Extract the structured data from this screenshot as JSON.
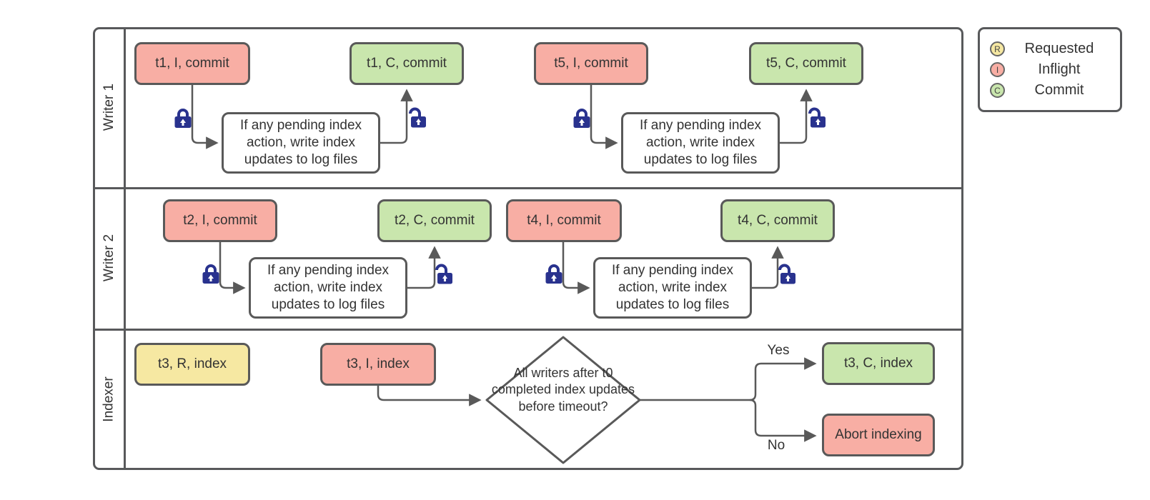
{
  "colors": {
    "requested_fill": "#f6e8a2",
    "inflight_fill": "#f8aea4",
    "commit_fill": "#c9e6ad",
    "action_fill": "#ffffff",
    "border_gray": "#595959",
    "lock_navy": "#29328e",
    "text": "#333333"
  },
  "lanes": [
    {
      "label": "Writer 1"
    },
    {
      "label": "Writer 2"
    },
    {
      "label": "Indexer"
    }
  ],
  "nodes": {
    "t1_inflight": "t1, I, commit",
    "t1_action": "If any pending index action, write index updates to log files",
    "t1_commit": "t1, C, commit",
    "t5_inflight": "t5, I, commit",
    "t5_action": "If any pending index action, write index updates to log files",
    "t5_commit": "t5, C, commit",
    "t2_inflight": "t2, I, commit",
    "t2_action": "If any pending index action, write index updates to log files",
    "t2_commit": "t2, C, commit",
    "t4_inflight": "t4, I, commit",
    "t4_action": "If any pending index action, write index updates to log files",
    "t4_commit": "t4, C, commit",
    "t3_requested": "t3, R, index",
    "t3_inflight": "t3, I, index",
    "decision": "All writers after t0 completed index updates before timeout?",
    "t3_commit": "t3, C, index",
    "abort": "Abort indexing"
  },
  "edges": {
    "yes": "Yes",
    "no": "No"
  },
  "legend": {
    "items": [
      {
        "symbol": "R",
        "label": "Requested"
      },
      {
        "symbol": "I",
        "label": "Inflight"
      },
      {
        "symbol": "C",
        "label": "Commit"
      }
    ]
  }
}
